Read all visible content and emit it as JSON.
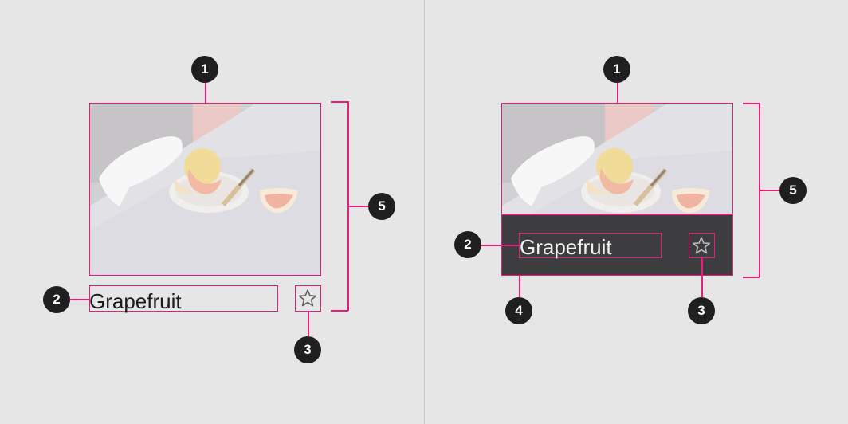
{
  "callouts": [
    "1",
    "2",
    "3",
    "4",
    "5"
  ],
  "card": {
    "title": "Grapefruit",
    "image": "grapefruit-still-life-photo",
    "icon": "star-outline-icon"
  },
  "colors": {
    "annotation": "#e91e7a",
    "badge": "#1f1f1f",
    "background": "#e6e6e6",
    "title_bar": "#3d3d3f"
  }
}
